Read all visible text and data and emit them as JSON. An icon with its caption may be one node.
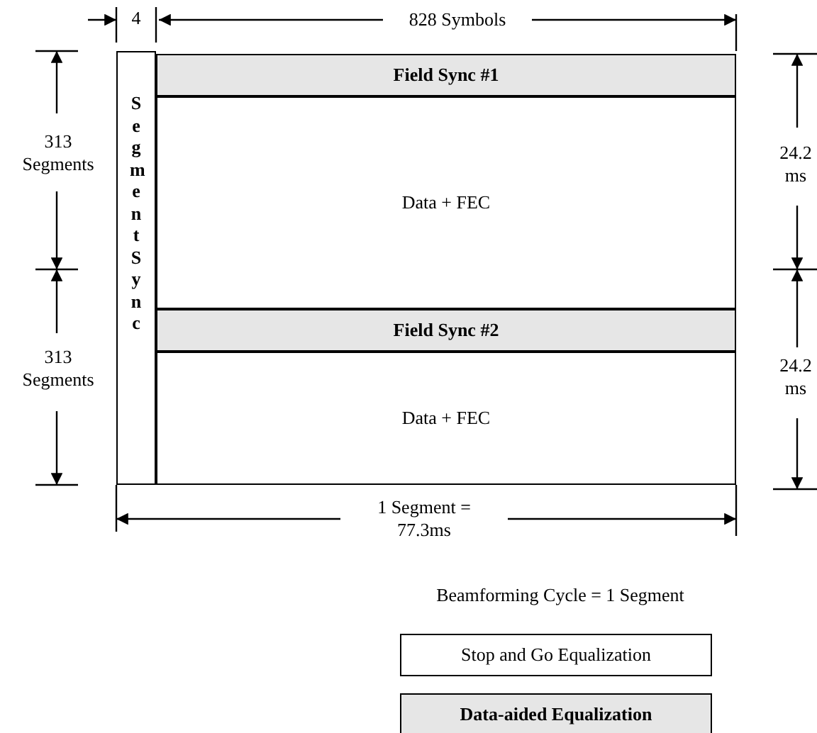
{
  "diagram": {
    "nodes": [
      {
        "text": [
          "Segment Sync"
        ]
      },
      {
        "text": [
          "Field Sync #1"
        ]
      },
      {
        "text": [
          "Data + FEC"
        ]
      },
      {
        "text": [
          "Field Sync #2"
        ]
      },
      {
        "text": [
          "Data + FEC"
        ]
      }
    ],
    "labels": [
      "4",
      "828 Symbols",
      "313 Segments",
      "24.2 ms",
      "313 Segments",
      "24.2 ms",
      "1 Segment = 77.3ms",
      "Beamforming Cycle = 1 Segment"
    ],
    "legend": [
      {
        "text": "Stop and Go Equalization",
        "color": "#ffffff"
      },
      {
        "text": "Data-aided Equalization",
        "color": "#e6e6e6"
      }
    ]
  }
}
